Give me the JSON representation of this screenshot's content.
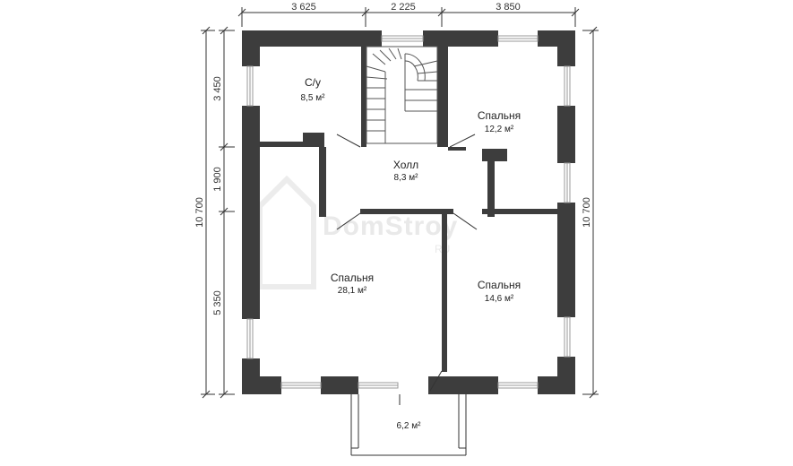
{
  "dimensions": {
    "top": [
      "3 625",
      "2 225",
      "3 850"
    ],
    "left": [
      "3 450",
      "1 900",
      "5 350"
    ],
    "left_total": "10 700",
    "right_total": "10 700"
  },
  "rooms": {
    "bathroom": {
      "name": "С/у",
      "area": "8,5 м²"
    },
    "bedroom_ne": {
      "name": "Спальня",
      "area": "12,2 м²"
    },
    "hall": {
      "name": "Холл",
      "area": "8,3 м²"
    },
    "bedroom_sw": {
      "name": "Спальня",
      "area": "28,1 м²"
    },
    "bedroom_se": {
      "name": "Спальня",
      "area": "14,6 м²"
    },
    "balcony": {
      "area": "6,2 м²"
    }
  },
  "watermark": {
    "brand": "DomStroy",
    "sub": "RU"
  },
  "colors": {
    "wall": "#3d3d3d",
    "line": "#333333",
    "window": "#9a9a9a",
    "watermark": "#e9e9e9"
  }
}
